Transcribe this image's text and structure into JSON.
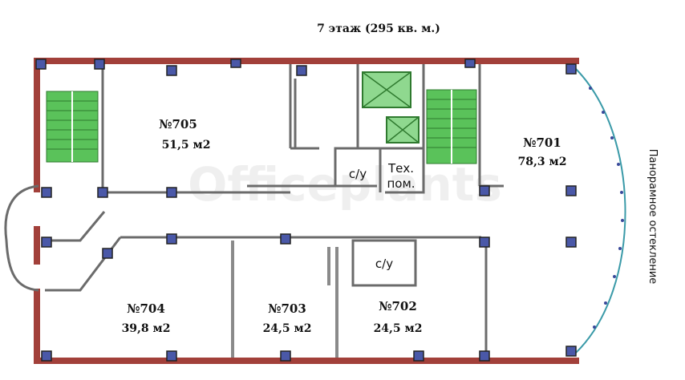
{
  "title": "7 этаж (295 кв. м.)",
  "side_label": "Панорамное остекление",
  "rooms": [
    {
      "id": "705",
      "number": "№705",
      "area": "51,5 м2"
    },
    {
      "id": "701",
      "number": "№701",
      "area": "78,3 м2"
    },
    {
      "id": "704",
      "number": "№704",
      "area": "39,8 м2"
    },
    {
      "id": "703",
      "number": "№703",
      "area": "24,5 м2"
    },
    {
      "id": "702",
      "number": "№702",
      "area": "24,5 м2"
    }
  ],
  "service_labels": {
    "wc1": "с/у",
    "tech_line1": "Тех.",
    "tech_line2": "пом.",
    "wc2": "с/у"
  },
  "watermark": "Officeplants",
  "colors": {
    "outer_wall": "#a2403a",
    "pillar": "#4a58a8",
    "stairs": "#5ac25a",
    "glazing": "#3a9aa8"
  }
}
